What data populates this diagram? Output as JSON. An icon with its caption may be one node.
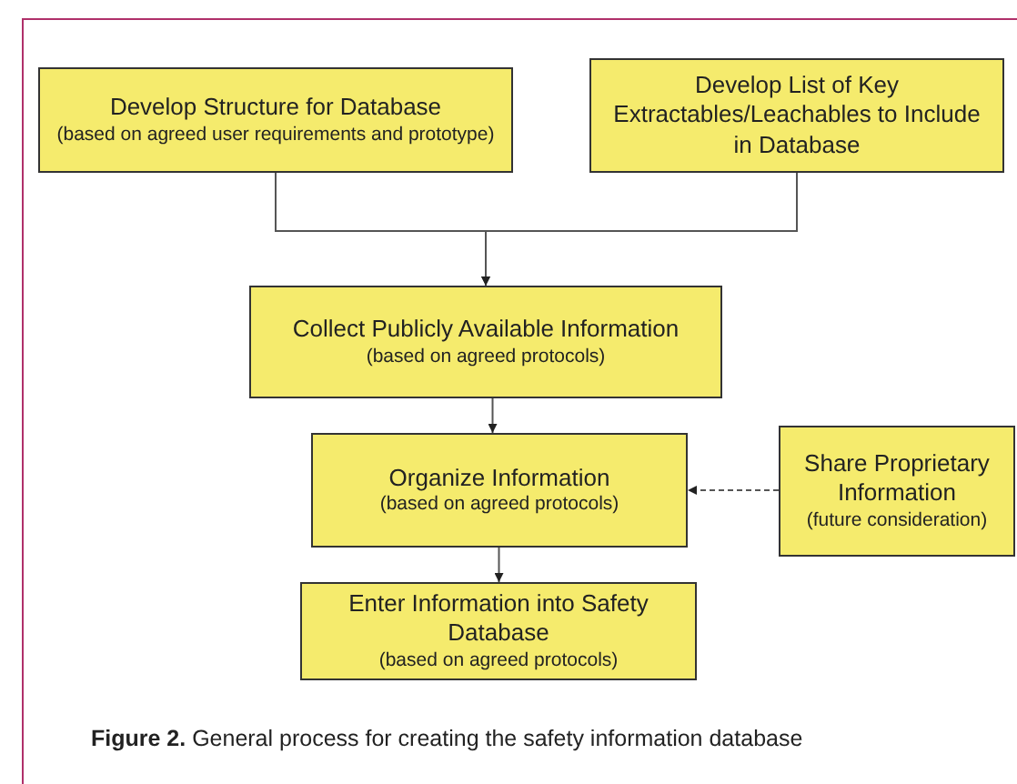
{
  "diagram": {
    "caption": "**Figure 2.**   General process for creating the safety information database",
    "nodes": [
      {
        "text": [
          "Develop Structure for Database",
          "(based on agreed user requirements and prototype)"
        ]
      },
      {
        "text": [
          "Develop List of Key Extractables/Leachables to Include in Database"
        ]
      },
      {
        "text": [
          "Collect Publicly Available Information",
          "(based on agreed protocols)"
        ]
      },
      {
        "text": [
          "Organize Information",
          "(based on agreed protocols)"
        ]
      },
      {
        "text": [
          "Share Proprietary Information",
          "(future consideration)"
        ]
      },
      {
        "text": [
          "Enter Information into Safety Database",
          "(based on agreed protocols)"
        ]
      }
    ],
    "edges": [
      {
        "from": 0,
        "to": 2,
        "arrow": "to"
      },
      {
        "from": 1,
        "to": 2,
        "arrow": "to"
      },
      {
        "from": 2,
        "to": 3,
        "arrow": "to"
      },
      {
        "from": 4,
        "to": 3,
        "arrow": "to",
        "style": "dashed"
      },
      {
        "from": 3,
        "to": 5,
        "arrow": "to"
      }
    ]
  }
}
